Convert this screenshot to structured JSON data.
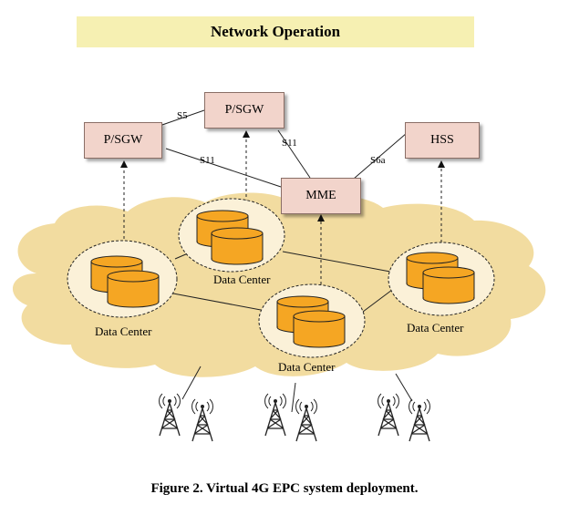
{
  "banner": {
    "title": "Network Operation"
  },
  "nodes": {
    "psgw_left": "P/SGW",
    "psgw_top": "P/SGW",
    "mme": "MME",
    "hss": "HSS"
  },
  "links": {
    "s5": "S5",
    "s11_top": "S11",
    "s11_left": "S11",
    "s6a": "S6a"
  },
  "data_centers": {
    "top": "Data Center",
    "left": "Data Center",
    "center": "Data Center",
    "right": "Data Center"
  },
  "caption": "Figure 2. Virtual 4G EPC system deployment.",
  "colors": {
    "cloud": "#f2dca0",
    "box": "#f2d4cb",
    "banner": "#f6f0b2",
    "cylinder": "#f5a623"
  }
}
